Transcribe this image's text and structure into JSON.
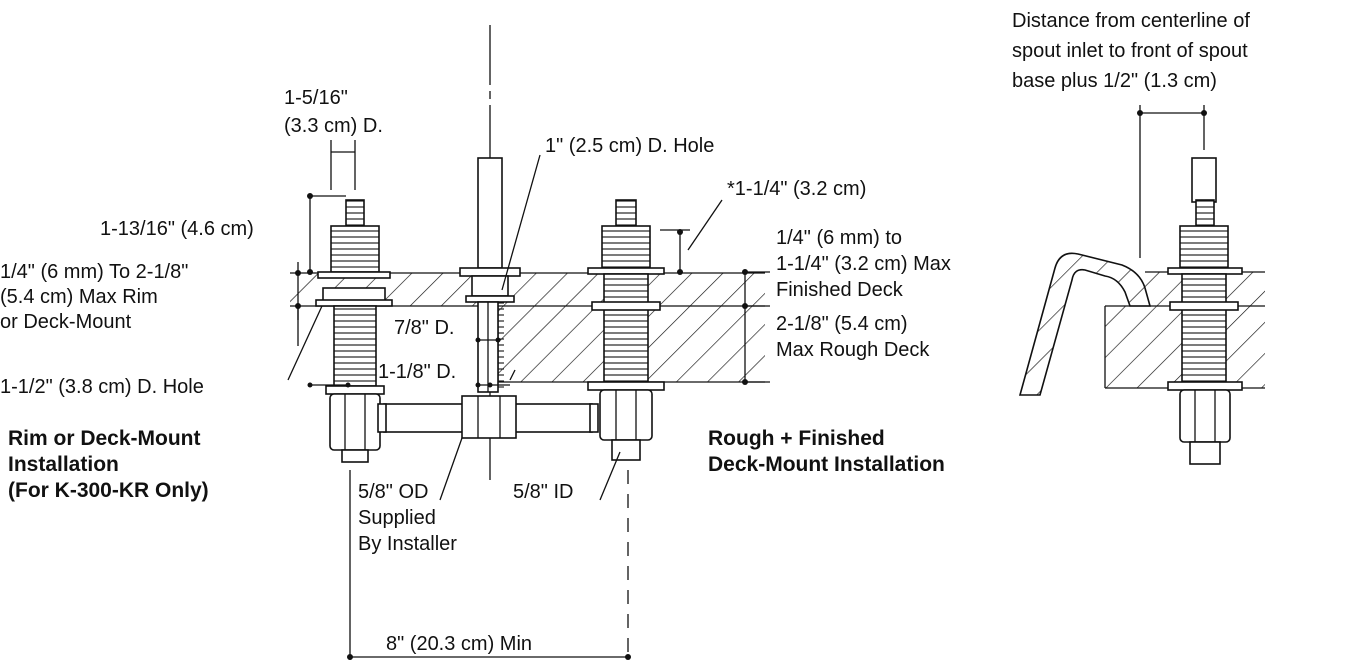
{
  "labels": {
    "spout_dia": "1-5/16\"",
    "spout_dia_cm": "(3.3 cm) D.",
    "spout_hole": "1\" (2.5 cm) D. Hole",
    "valve_height": "1-13/16\" (4.6 cm)",
    "shank_len": "*1-1/4\" (3.2 cm)",
    "rim_range_1": "1/4\" (6 mm) To 2-1/8\"",
    "rim_range_2": "(5.4 cm) Max Rim",
    "rim_range_3": "or Deck-Mount",
    "finished_1": "1/4\" (6 mm) to",
    "finished_2": "1-1/4\" (3.2 cm) Max",
    "finished_3": "Finished Deck",
    "rough_1": "2-1/8\" (5.4 cm)",
    "rough_2": "Max Rough Deck",
    "seven_eighths": "7/8\" D.",
    "one_eighth": "1-1/8\" D.",
    "valve_hole": "1-1/2\" (3.8 cm) D. Hole",
    "od_1": "5/8\" OD",
    "od_2": "Supplied",
    "od_3": "By Installer",
    "id_label": "5/8\" ID",
    "min_spacing": "8\" (20.3 cm) Min",
    "rim_title_1": "Rim or Deck-Mount",
    "rim_title_2": "Installation",
    "rim_title_3": "(For K-300-KR Only)",
    "rough_title_1": "Rough + Finished",
    "rough_title_2": "Deck-Mount Installation",
    "distance_1": "Distance from centerline of",
    "distance_2": "spout inlet to front of spout",
    "distance_3": "base plus 1/2\" (1.3 cm)"
  }
}
